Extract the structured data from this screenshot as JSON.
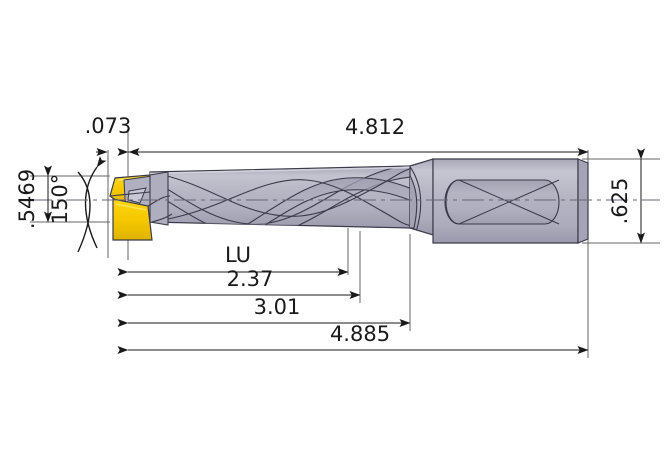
{
  "drawing": {
    "title": "Indexable Insert Drill - Dimensioned Side View",
    "type": "engineering-drawing",
    "background_color": "#ffffff",
    "line_color": "#1a1a1a",
    "dim_line_color": "#555555",
    "body_color": "#b2b2c0",
    "body_color_dark": "#9a9aaa",
    "body_color_light": "#c3c3cf",
    "insert_color": "#f5c800",
    "insert_color_dark": "#d9ae00",
    "units": "inch"
  },
  "dimensions": {
    "tip_offset": ".073",
    "flute_to_shank": "4.812",
    "diameter_tip": ".5469",
    "point_angle": "150°",
    "shank_diameter": ".625",
    "usable_length": "LU",
    "depth_2": "2.37",
    "depth_3": "3.01",
    "overall_length": "4.885"
  },
  "labels": {
    "tip_offset_name": "tip-offset-dimension",
    "flute_to_shank_name": "flute-length-dimension",
    "diameter_tip_name": "cutting-diameter-dimension",
    "point_angle_name": "point-angle-dimension",
    "shank_diameter_name": "shank-diameter-dimension",
    "usable_length_name": "usable-length-dimension",
    "depth_2_name": "depth-2-dimension",
    "depth_3_name": "depth-3-dimension",
    "overall_length_name": "overall-length-dimension"
  }
}
